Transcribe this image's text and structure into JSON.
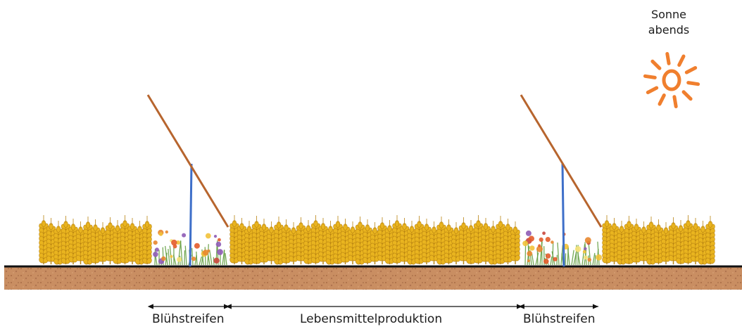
{
  "sun": {
    "line1": "Sonne",
    "line2": "abends",
    "color": "#F07F2E"
  },
  "labels": {
    "left_strip": "Blühstreifen",
    "middle": "Lebensmittelproduktion",
    "right_strip": "Blühstreifen"
  },
  "colors": {
    "wheat": "#E9B41F",
    "wheat_dark": "#B98412",
    "soil": "#C98E62",
    "ground_line": "#111111",
    "panel": "#B7652E",
    "post": "#3E6FC9",
    "grass": "#5E9B3A"
  },
  "icons": {
    "sun": "sun-icon",
    "panel": "solar-panel-icon",
    "wheat": "wheat-icon",
    "flowers": "flower-strip-icon",
    "arrow": "double-arrow-icon"
  }
}
